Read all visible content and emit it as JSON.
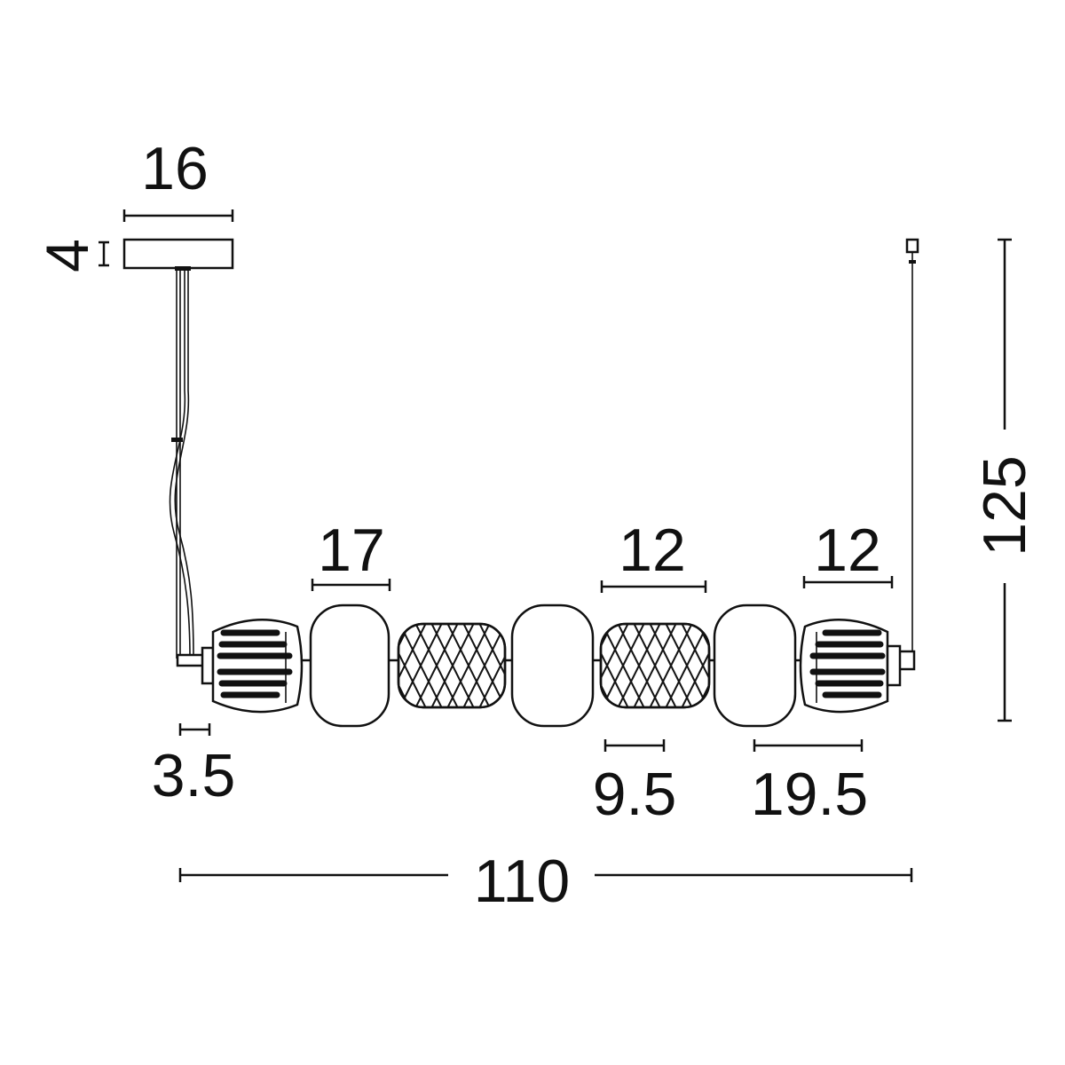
{
  "dimensions": {
    "canopy_width": "16",
    "canopy_height": "4",
    "overall_height": "125",
    "globe_width": "17",
    "mesh_width": "12",
    "end_shade_width": "12",
    "end_cap_width": "3.5",
    "connector_width": "9.5",
    "segment_width": "19.5",
    "overall_length": "110"
  },
  "colors": {
    "line": "#111111",
    "background": "#ffffff"
  }
}
